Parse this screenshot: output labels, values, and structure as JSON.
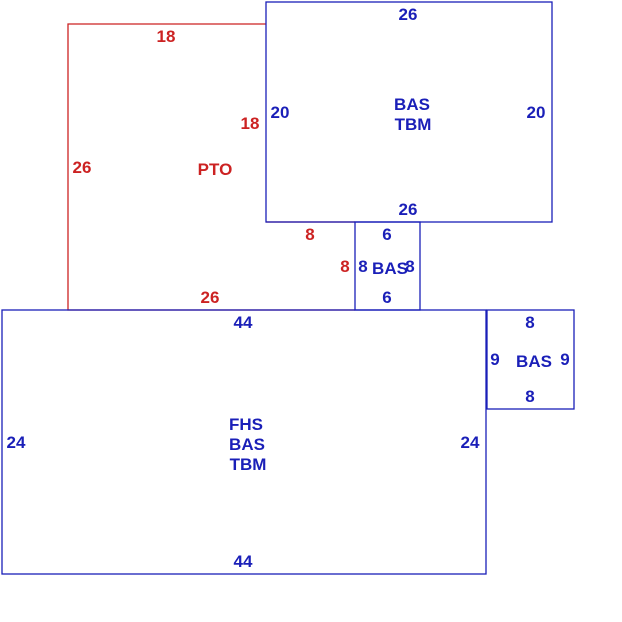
{
  "colors": {
    "building": "#1a1fb8",
    "porch": "#cc2222",
    "background": "#ffffff"
  },
  "areas": {
    "upper_bas": {
      "label_line1": "BAS",
      "label_line2": "TBM",
      "top": "26",
      "bottom": "26",
      "left": "20",
      "right": "20"
    },
    "porch": {
      "label": "PTO",
      "top": "18",
      "right": "18",
      "left": "26",
      "bottom": "26",
      "step_top": "8",
      "step_side": "8"
    },
    "connector_bas": {
      "label": "BAS",
      "top": "6",
      "bottom": "6",
      "left": "8",
      "right": "8"
    },
    "main": {
      "label_line1": "FHS",
      "label_line2": "BAS",
      "label_line3": "TBM",
      "top": "44",
      "bottom": "44",
      "left": "24",
      "right": "24"
    },
    "side_bas": {
      "label": "BAS",
      "top": "8",
      "bottom": "8",
      "left": "9",
      "right": "9"
    }
  }
}
